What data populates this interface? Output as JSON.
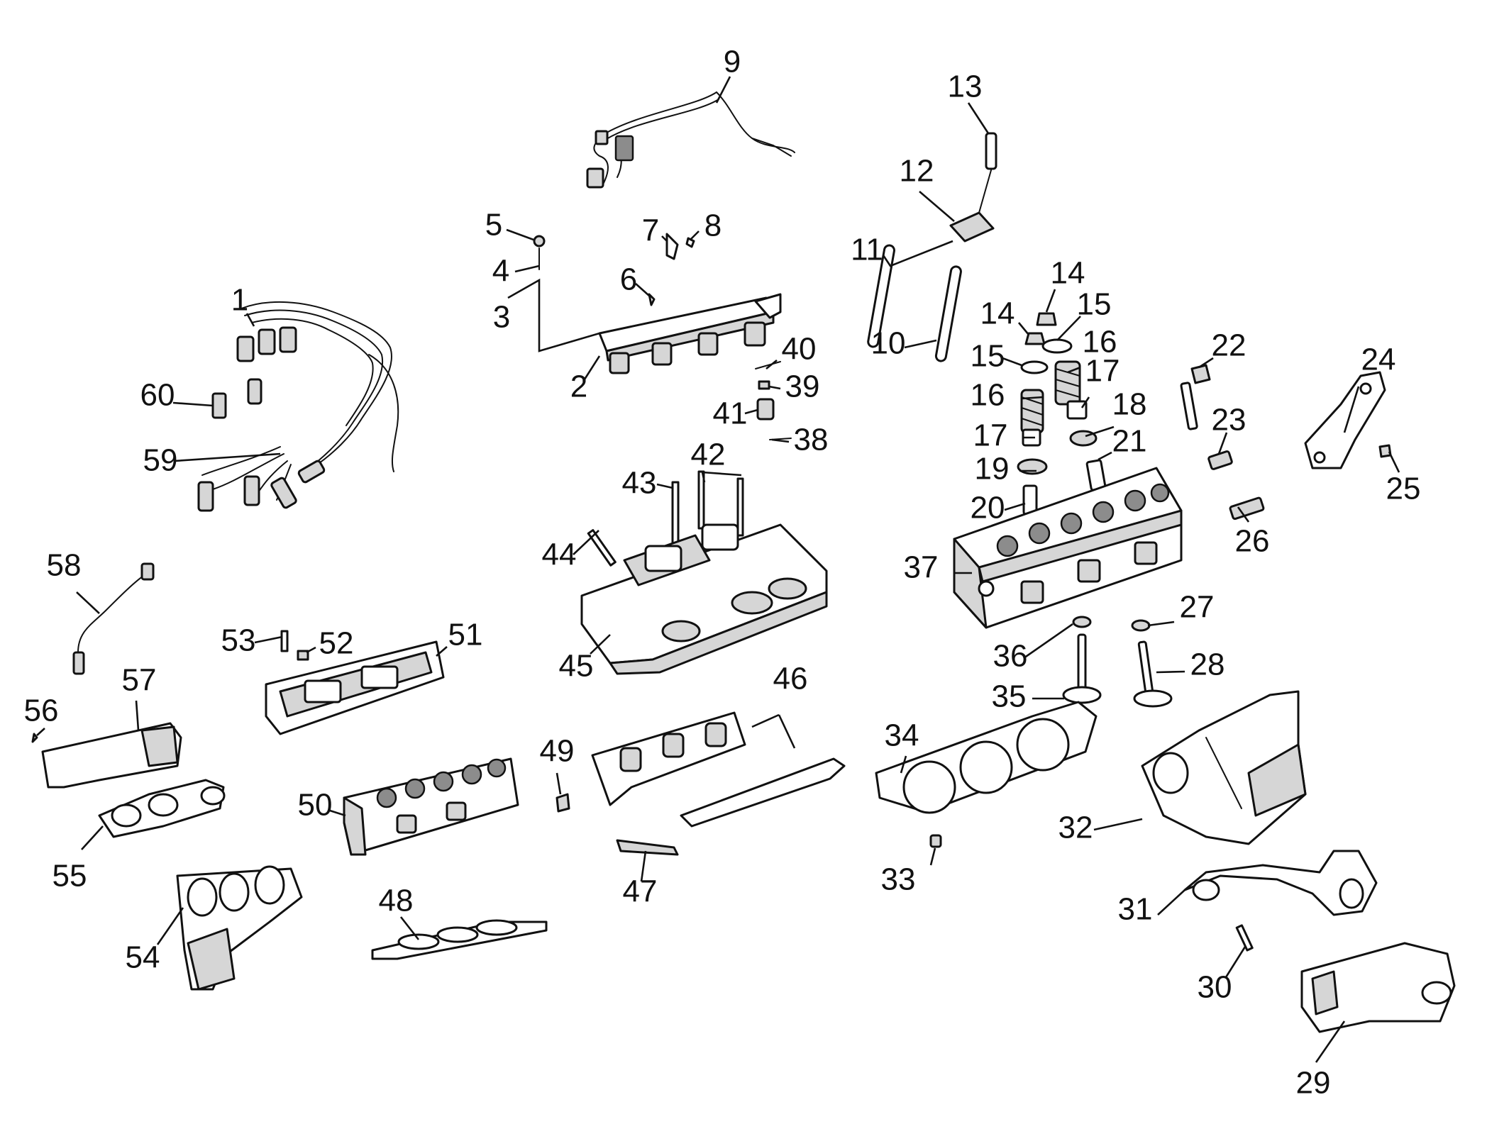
{
  "diagram": {
    "labels": [
      {
        "id": "1",
        "text": "1"
      },
      {
        "id": "2",
        "text": "2"
      },
      {
        "id": "3",
        "text": "3"
      },
      {
        "id": "4",
        "text": "4"
      },
      {
        "id": "5",
        "text": "5"
      },
      {
        "id": "6",
        "text": "6"
      },
      {
        "id": "7",
        "text": "7"
      },
      {
        "id": "8",
        "text": "8"
      },
      {
        "id": "9",
        "text": "9"
      },
      {
        "id": "10",
        "text": "10"
      },
      {
        "id": "11",
        "text": "11"
      },
      {
        "id": "12",
        "text": "12"
      },
      {
        "id": "13",
        "text": "13"
      },
      {
        "id": "14a",
        "text": "14"
      },
      {
        "id": "14b",
        "text": "14"
      },
      {
        "id": "15a",
        "text": "15"
      },
      {
        "id": "15b",
        "text": "15"
      },
      {
        "id": "16a",
        "text": "16"
      },
      {
        "id": "16b",
        "text": "16"
      },
      {
        "id": "17a",
        "text": "17"
      },
      {
        "id": "17b",
        "text": "17"
      },
      {
        "id": "18",
        "text": "18"
      },
      {
        "id": "19",
        "text": "19"
      },
      {
        "id": "20",
        "text": "20"
      },
      {
        "id": "21",
        "text": "21"
      },
      {
        "id": "22",
        "text": "22"
      },
      {
        "id": "23",
        "text": "23"
      },
      {
        "id": "24",
        "text": "24"
      },
      {
        "id": "25",
        "text": "25"
      },
      {
        "id": "26",
        "text": "26"
      },
      {
        "id": "27",
        "text": "27"
      },
      {
        "id": "28",
        "text": "28"
      },
      {
        "id": "29",
        "text": "29"
      },
      {
        "id": "30",
        "text": "30"
      },
      {
        "id": "31",
        "text": "31"
      },
      {
        "id": "32",
        "text": "32"
      },
      {
        "id": "33",
        "text": "33"
      },
      {
        "id": "34",
        "text": "34"
      },
      {
        "id": "35",
        "text": "35"
      },
      {
        "id": "36",
        "text": "36"
      },
      {
        "id": "37",
        "text": "37"
      },
      {
        "id": "38",
        "text": "38"
      },
      {
        "id": "39",
        "text": "39"
      },
      {
        "id": "40",
        "text": "40"
      },
      {
        "id": "41",
        "text": "41"
      },
      {
        "id": "42",
        "text": "42"
      },
      {
        "id": "43",
        "text": "43"
      },
      {
        "id": "44",
        "text": "44"
      },
      {
        "id": "45",
        "text": "45"
      },
      {
        "id": "46",
        "text": "46"
      },
      {
        "id": "47",
        "text": "47"
      },
      {
        "id": "48",
        "text": "48"
      },
      {
        "id": "49",
        "text": "49"
      },
      {
        "id": "50",
        "text": "50"
      },
      {
        "id": "51",
        "text": "51"
      },
      {
        "id": "52",
        "text": "52"
      },
      {
        "id": "53",
        "text": "53"
      },
      {
        "id": "54",
        "text": "54"
      },
      {
        "id": "55",
        "text": "55"
      },
      {
        "id": "56",
        "text": "56"
      },
      {
        "id": "57",
        "text": "57"
      },
      {
        "id": "58",
        "text": "58"
      },
      {
        "id": "59",
        "text": "59"
      },
      {
        "id": "60",
        "text": "60"
      }
    ]
  }
}
